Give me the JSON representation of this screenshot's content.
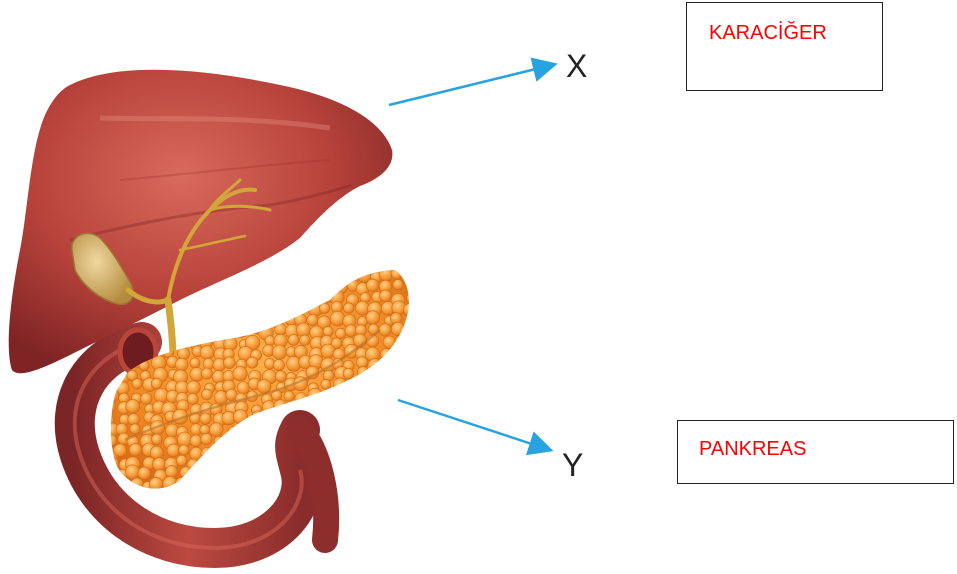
{
  "labels": {
    "x_marker": "X",
    "y_marker": "Y"
  },
  "answers": {
    "x_answer": "KARACİĞER",
    "y_answer": "PANKREAS"
  },
  "colors": {
    "arrow": "#29a3df",
    "answer_text": "#ff0000",
    "liver": "#b8433b",
    "pancreas": "#f08a24",
    "duodenum": "#a93a33",
    "gallbladder": "#c9a35a",
    "bile_duct": "#d3a63a"
  }
}
